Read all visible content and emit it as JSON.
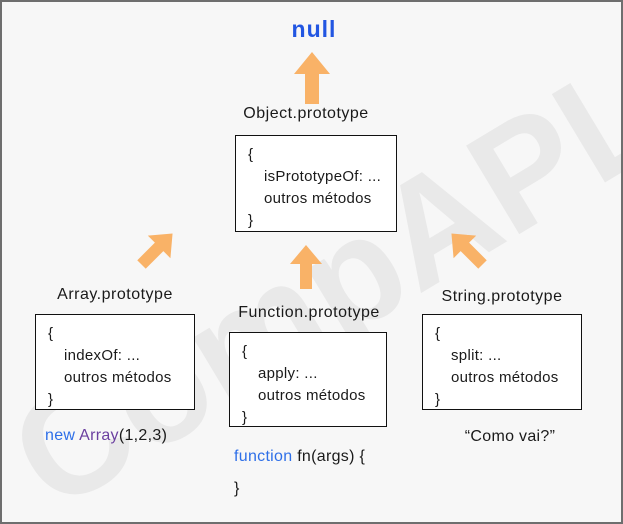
{
  "colors": {
    "bg": "#f7f7f7",
    "frame": "#6e6e6e",
    "boxbg": "#ffffff",
    "boxborder": "#111111",
    "text": "#1a1a1a",
    "arrow": "#f9b267",
    "nullblue": "#2256e2",
    "keyword": "#2e6fe8",
    "type": "#6b3fa0",
    "watermark": "#e9e9e9"
  },
  "watermark": {
    "text": "CompAPL"
  },
  "root": {
    "label": "null"
  },
  "nodes": {
    "object": {
      "label": "Object.prototype",
      "lines": [
        "{",
        "isPrototypeOf: ...",
        "outros métodos",
        "}"
      ]
    },
    "array": {
      "label": "Array.prototype",
      "lines": [
        "{",
        "indexOf: ...",
        "outros métodos",
        "}"
      ]
    },
    "function": {
      "label": "Function.prototype",
      "lines": [
        "{",
        "apply: ...",
        "outros métodos",
        "}"
      ]
    },
    "string": {
      "label": "String.prototype",
      "lines": [
        "{",
        "split: ...",
        "outros métodos",
        "}"
      ]
    }
  },
  "snippets": {
    "array": {
      "keyword": "new ",
      "type": "Array",
      "rest": "(1,2,3)"
    },
    "function": {
      "keyword": "function ",
      "rest": "fn(args) {",
      "close": "}"
    },
    "string": {
      "text": "“Como vai?”"
    }
  },
  "icons": {
    "up": "arrow-up-icon",
    "up_right": "arrow-up-right-icon",
    "up_left": "arrow-up-left-icon"
  }
}
